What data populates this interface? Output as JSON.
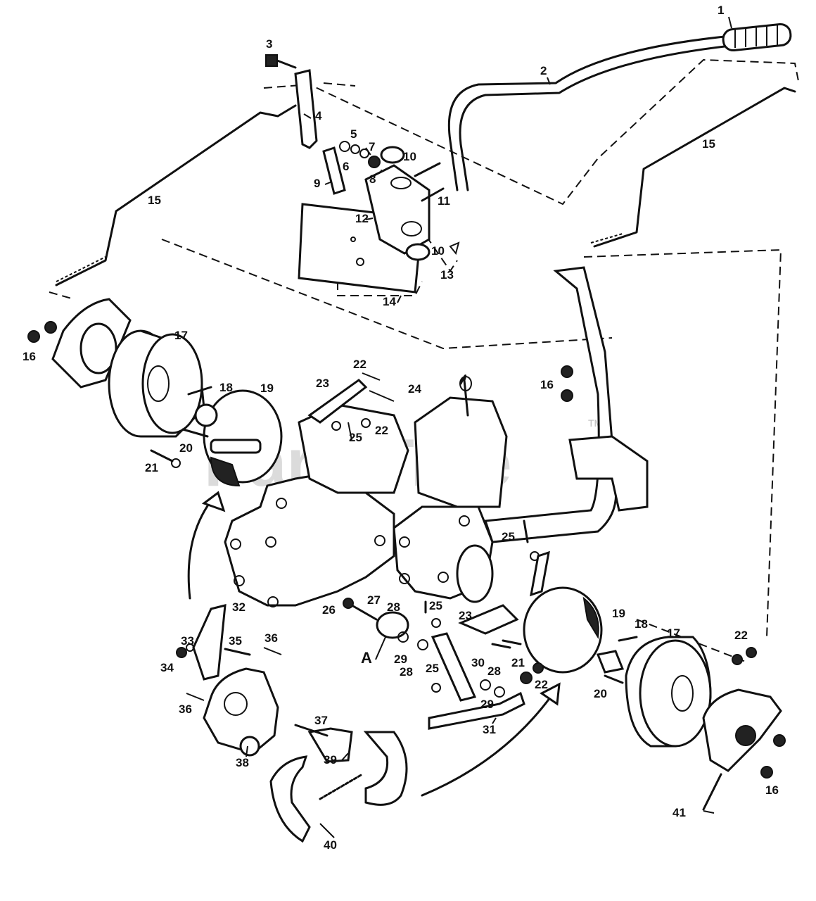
{
  "watermark": {
    "text": "PartsTree",
    "trademark": "TM"
  },
  "view_marker": "A",
  "callouts": [
    "1",
    "2",
    "3",
    "4",
    "5",
    "6",
    "7",
    "8",
    "9",
    "10",
    "11",
    "12",
    "13",
    "14",
    "15",
    "16",
    "17",
    "18",
    "19",
    "20",
    "21",
    "22",
    "23",
    "24",
    "25",
    "26",
    "27",
    "28",
    "29",
    "30",
    "31",
    "32",
    "33",
    "34",
    "35",
    "36",
    "37",
    "38",
    "39",
    "40",
    "41"
  ]
}
